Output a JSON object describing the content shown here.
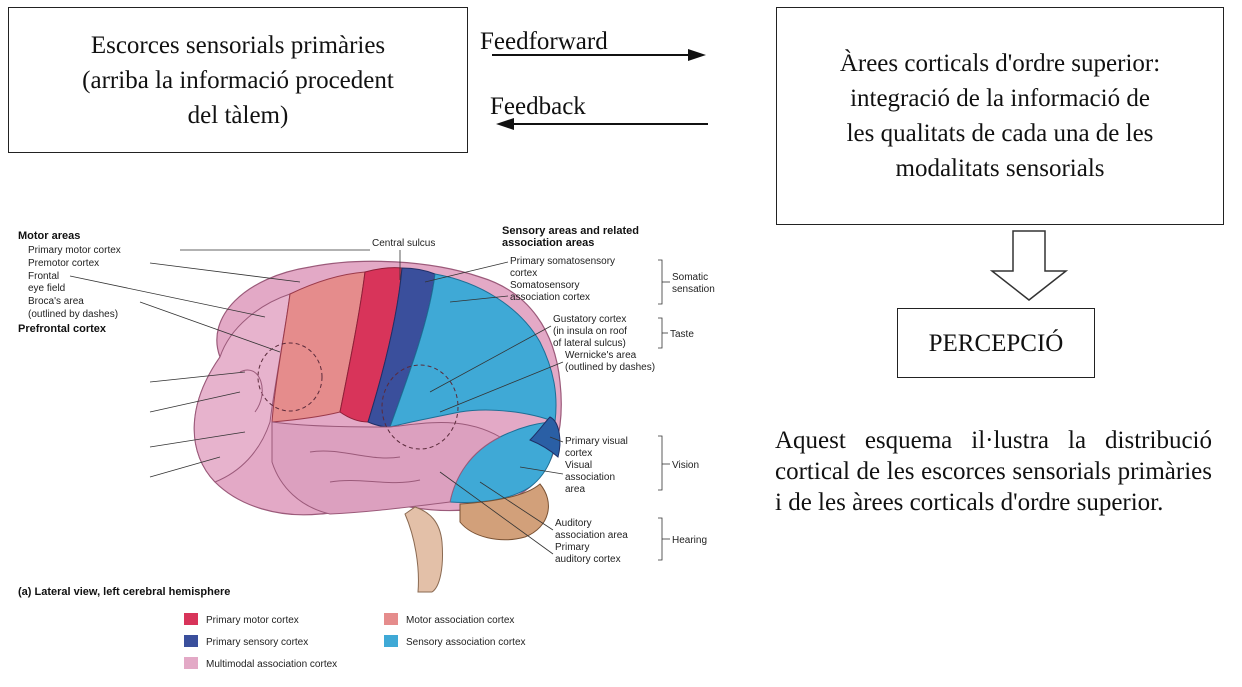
{
  "boxes": {
    "primary": {
      "line1": "Escorces sensorials primàries",
      "line2": "(arriba la informació procedent",
      "line3": "del tàlem)"
    },
    "higher": {
      "line1": "Àrees corticals d'ordre superior:",
      "line2": "integració de la informació de",
      "line3": "les qualitats de cada una de les",
      "line4": "modalitats sensorials"
    },
    "perception": "PERCEPCIÓ"
  },
  "flows": {
    "feedforward": "Feedforward",
    "feedback": "Feedback"
  },
  "caption": "Aquest esquema il·lustra la distribució cortical de les escorces sensorials primàries i de les àrees corticals d'ordre superior.",
  "figure": {
    "motor_heading": "Motor areas",
    "motor_labels": [
      "Primary motor cortex",
      "Premotor cortex",
      "Frontal",
      "eye field",
      "Broca's area",
      "(outlined by dashes)"
    ],
    "prefrontal": "Prefrontal cortex",
    "central_sulcus": "Central sulcus",
    "sensory_heading_1": "Sensory areas and related",
    "sensory_heading_2": "association areas",
    "sensory_labels": [
      "Primary somatosensory",
      "cortex",
      "Somatosensory",
      "association cortex",
      "Gustatory cortex",
      "(in insula on roof",
      "of lateral sulcus)",
      "Wernicke's area",
      "(outlined by dashes)",
      "Primary visual",
      "cortex",
      "Visual",
      "association",
      "area",
      "Auditory",
      "association area",
      "Primary",
      "auditory cortex"
    ],
    "groups": {
      "somatic_1": "Somatic",
      "somatic_2": "sensation",
      "taste": "Taste",
      "vision": "Vision",
      "hearing": "Hearing"
    },
    "view_caption": "(a) Lateral view, left cerebral hemisphere",
    "legend": [
      {
        "label": "Primary motor cortex",
        "color": "#d8345a"
      },
      {
        "label": "Motor association cortex",
        "color": "#e58c8c"
      },
      {
        "label": "Primary sensory cortex",
        "color": "#3a4f9c"
      },
      {
        "label": "Sensory association cortex",
        "color": "#3fa9d6"
      },
      {
        "label": "Multimodal association cortex",
        "color": "#e3a9c6"
      }
    ]
  }
}
